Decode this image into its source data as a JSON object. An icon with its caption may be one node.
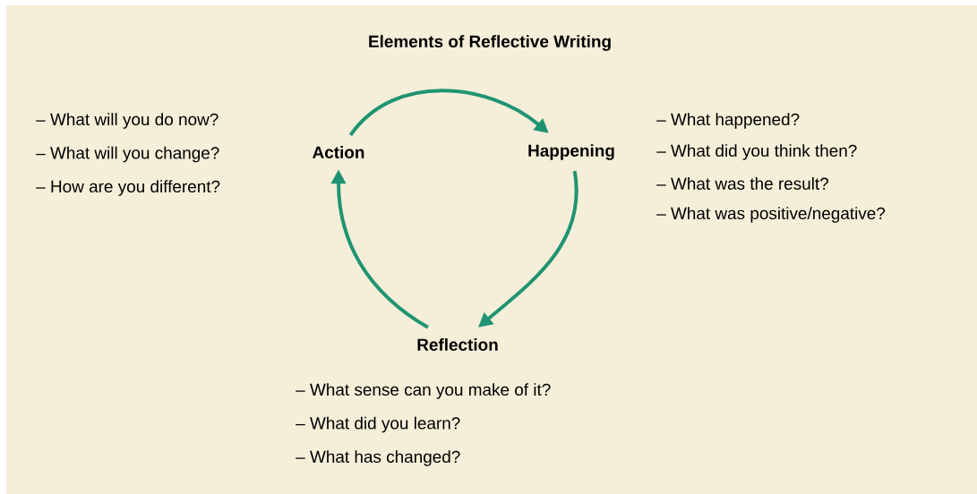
{
  "diagram": {
    "title": "Elements of Reflective Writing",
    "nodes": [
      {
        "text": [
          "Action"
        ],
        "beside": [
          "– What will you do now?",
          "– What will you change?",
          "– How are you different?"
        ]
      },
      {
        "text": [
          "Happening"
        ],
        "beside": [
          "– What happened?",
          "– What did you think then?",
          "– What was the result?",
          "– What was positive/negative?"
        ]
      },
      {
        "text": [
          "Reflection"
        ],
        "beside": [
          "– What sense can you make of it?",
          "– What did you learn?",
          "– What has changed?"
        ]
      }
    ],
    "edges": [
      {
        "from": 0,
        "to": 1,
        "arrow": "to"
      },
      {
        "from": 1,
        "to": 2,
        "arrow": "to"
      },
      {
        "from": 2,
        "to": 0,
        "arrow": "to"
      }
    ]
  }
}
